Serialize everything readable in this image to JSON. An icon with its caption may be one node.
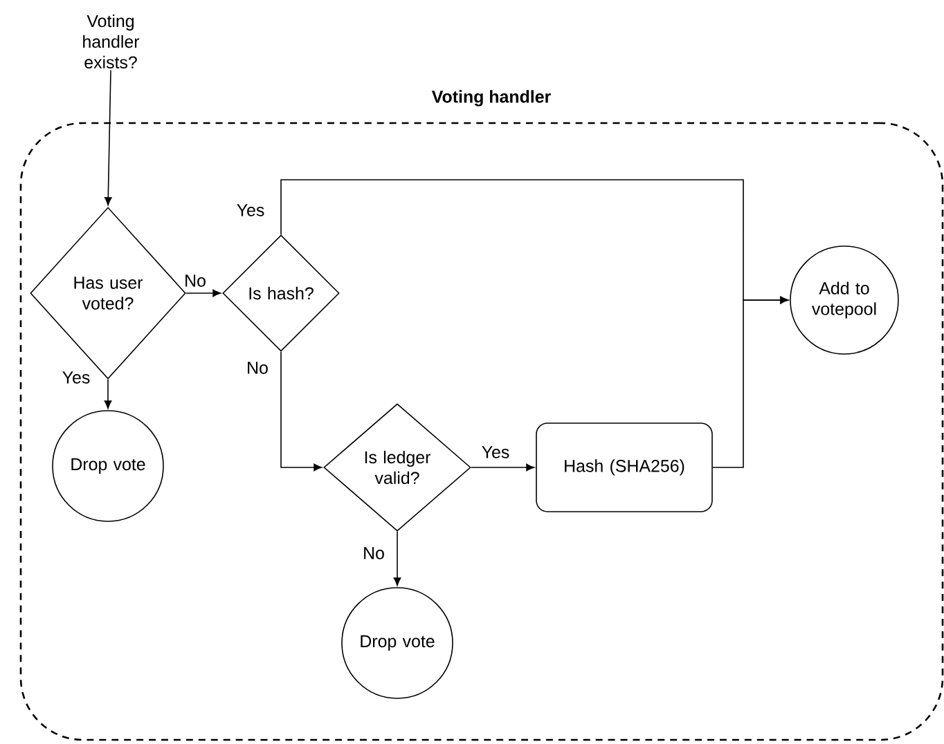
{
  "diagram": {
    "nodes": [
      {
        "text": [
          "Voting handler"
        ]
      },
      {
        "text": [
          "Voting handler exists?"
        ]
      },
      {
        "text": [
          "Has user voted?"
        ],
        "in": 0
      },
      {
        "text": [
          "Drop vote"
        ],
        "in": 0
      },
      {
        "text": [
          "Is hash?"
        ],
        "in": 0
      },
      {
        "text": [
          "Add to votepool"
        ],
        "in": 0
      },
      {
        "text": [
          "Is ledger valid?"
        ],
        "in": 0
      },
      {
        "text": [
          "Hash (SHA256)"
        ],
        "in": 0
      },
      {
        "text": [
          "Drop vote"
        ],
        "in": 0
      }
    ],
    "edges": [
      {
        "from": 1,
        "to": 2,
        "arrow": "to"
      },
      {
        "from": 2,
        "to": 3,
        "arrow": "to",
        "label": "Yes"
      },
      {
        "from": 2,
        "to": 4,
        "arrow": "to",
        "label": "No"
      },
      {
        "from": 4,
        "to": 5,
        "arrow": "to",
        "label": "Yes"
      },
      {
        "from": 4,
        "to": 6,
        "arrow": "to",
        "label": "No"
      },
      {
        "from": 6,
        "to": 7,
        "arrow": "to",
        "label": "Yes"
      },
      {
        "from": 6,
        "to": 8,
        "arrow": "to",
        "label": "No"
      },
      {
        "from": 7,
        "to": 5,
        "arrow": "to"
      }
    ]
  }
}
